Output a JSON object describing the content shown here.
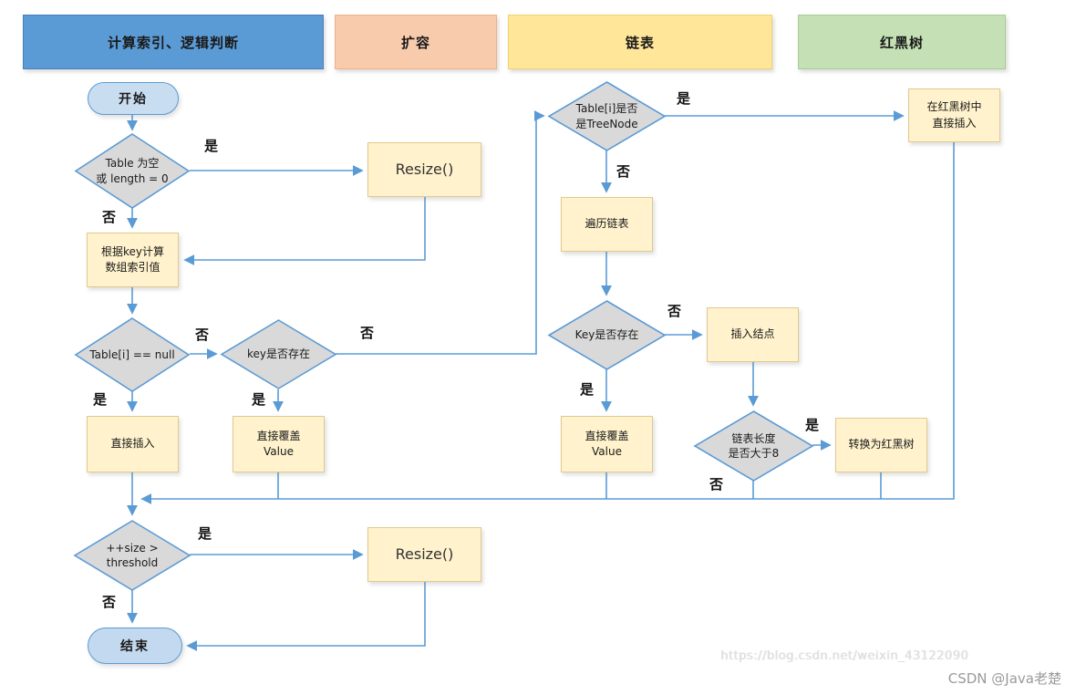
{
  "header": {
    "sections": [
      {
        "label": "计算索引、逻辑判断",
        "color": "#5B9BD5"
      },
      {
        "label": "扩容",
        "color": "#F8CBAD"
      },
      {
        "label": "链表",
        "color": "#FFE699"
      },
      {
        "label": "红黑树",
        "color": "#C5E0B4"
      }
    ]
  },
  "nodes": {
    "start": {
      "label": "开始",
      "type": "terminator"
    },
    "end": {
      "label": "结束",
      "type": "terminator"
    },
    "d_table_empty": {
      "label": "Table 为空\n或 length = 0",
      "type": "decision"
    },
    "d_table_i_null": {
      "label": "Table[i] == null",
      "type": "decision"
    },
    "d_key_exists_1": {
      "label": "key是否存在",
      "type": "decision"
    },
    "d_is_treenode": {
      "label": "Table[i]是否\n是TreeNode",
      "type": "decision"
    },
    "d_key_exists_2": {
      "label": "Key是否存在",
      "type": "decision"
    },
    "d_list_len_gt8": {
      "label": "链表长度\n是否大于8",
      "type": "decision"
    },
    "d_size_gt_threshold": {
      "label": "++size >\nthreshold",
      "type": "decision"
    },
    "resize_1": {
      "label": "Resize()",
      "type": "process"
    },
    "resize_2": {
      "label": "Resize()",
      "type": "process"
    },
    "calc_index": {
      "label": "根据key计算\n数组索引值",
      "type": "process"
    },
    "insert_direct": {
      "label": "直接插入",
      "type": "process"
    },
    "overwrite_value_1": {
      "label": "直接覆盖\nValue",
      "type": "process"
    },
    "traverse_list": {
      "label": "遍历链表",
      "type": "process"
    },
    "insert_node": {
      "label": "插入结点",
      "type": "process"
    },
    "overwrite_value_2": {
      "label": "直接覆盖\nValue",
      "type": "process"
    },
    "convert_rbtree": {
      "label": "转换为红黑树",
      "type": "process"
    },
    "rbtree_insert": {
      "label": "在红黑树中\n直接插入",
      "type": "process"
    }
  },
  "labels": [
    {
      "text": "是"
    },
    {
      "text": "否"
    },
    {
      "text": "否"
    },
    {
      "text": "是"
    },
    {
      "text": "是"
    },
    {
      "text": "否"
    },
    {
      "text": "是"
    },
    {
      "text": "否"
    },
    {
      "text": "否"
    },
    {
      "text": "是"
    },
    {
      "text": "是"
    },
    {
      "text": "否"
    },
    {
      "text": "是"
    },
    {
      "text": "否"
    }
  ],
  "watermark": {
    "url_text": "https://blog.csdn.net/weixin_43122090",
    "credit": "CSDN @Java老楚"
  },
  "colors": {
    "connector": "#5B9BD5",
    "decision_fill": "#D9D9D9",
    "process_fill": "#FFF2CC",
    "terminator_fill": "#C9DDF1",
    "header_blue": "#5B9BD5",
    "header_orange": "#F8CBAD",
    "header_yellow": "#FFE699",
    "header_green": "#C5E0B4"
  }
}
